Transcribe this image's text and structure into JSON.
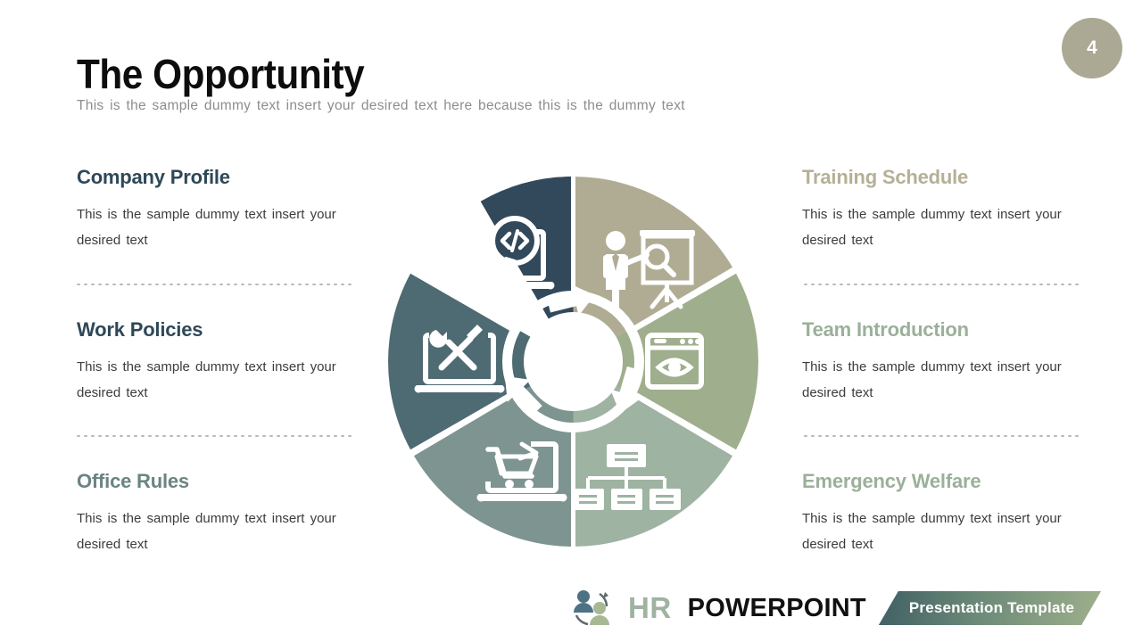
{
  "page": {
    "number": "4",
    "badge_color": "#aba894"
  },
  "header": {
    "title": "The Opportunity",
    "subtitle": "This is the sample  dummy  text insert your desired text here because this is the dummy  text"
  },
  "body_text": "This is the sample  dummy  text insert your desired text",
  "items": [
    {
      "heading": "Company Profile",
      "color": "#2e4858",
      "side": "left",
      "icon": "laptop-code-icon",
      "segment_color": "#32495b"
    },
    {
      "heading": "Work Policies",
      "color": "#2e4858",
      "side": "left",
      "icon": "laptop-tools-icon",
      "segment_color": "#4e6a72"
    },
    {
      "heading": "Office Rules",
      "color": "#6b8481",
      "side": "left",
      "icon": "laptop-cart-icon",
      "segment_color": "#7d9490"
    },
    {
      "heading": "Training Schedule",
      "color": "#b5b096",
      "side": "right",
      "icon": "presenter-board-icon",
      "segment_color": "#b0ac94"
    },
    {
      "heading": "Team Introduction",
      "color": "#9bb09a",
      "side": "right",
      "icon": "browser-eye-icon",
      "segment_color": "#9fae8c"
    },
    {
      "heading": "Emergency Welfare",
      "color": "#9bb09a",
      "side": "right",
      "icon": "org-chart-icon",
      "segment_color": "#9eb3a2"
    }
  ],
  "wheel": {
    "center_hub": "circular-arrows-hub",
    "segment_count": 6
  },
  "footer": {
    "logo": "people-cycle-icon",
    "hr_label": "HR",
    "powerpoint_label": "POWERPOINT",
    "banner_label": "Presentation Template"
  }
}
